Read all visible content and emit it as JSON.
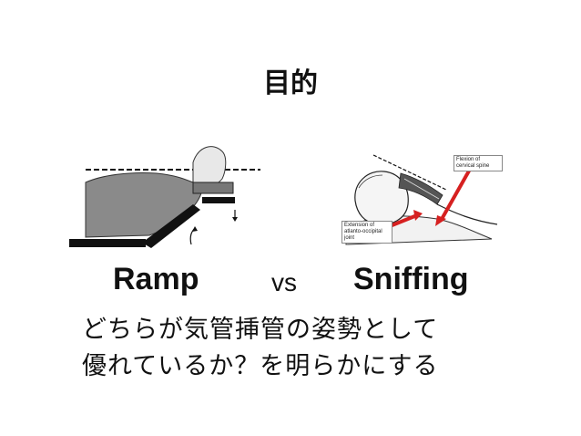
{
  "slide": {
    "title": "目的",
    "left_label": "Ramp",
    "vs_label": "vs",
    "right_label": "Sniffing",
    "question_lines": [
      "どちらが気管挿管の姿勢として",
      "優れているか？を明らかにする"
    ]
  },
  "figure_right": {
    "flexion_note": "Flexion of cervical spine",
    "extension_note": "Extension of atlanto-occipital joint"
  },
  "colors": {
    "text": "#111111",
    "arrow_red": "#d62020",
    "pad_gray": "#888888"
  }
}
